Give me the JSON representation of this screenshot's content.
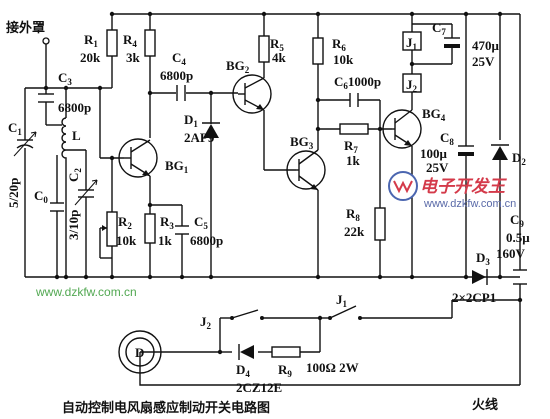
{
  "title": "自动控制电风扇感应制动开关电路图",
  "antenna_label": "接外罩",
  "live_wire_label": "火线",
  "watermark": {
    "logo_text": "电子开发王",
    "url": "www.dzkfw.com.cn"
  },
  "footer_url": "www.dzkfw.com.cn",
  "diode_part": "2CZ12E",
  "components": {
    "R1": {
      "name": "R",
      "sub": "1",
      "value": "20k"
    },
    "R2": {
      "name": "R",
      "sub": "2",
      "value": "10k"
    },
    "R3": {
      "name": "R",
      "sub": "3",
      "value": "1k"
    },
    "R4": {
      "name": "R",
      "sub": "4",
      "value": "3k"
    },
    "R5": {
      "name": "R",
      "sub": "5",
      "value": "4k"
    },
    "R6": {
      "name": "R",
      "sub": "6",
      "value": "10k"
    },
    "R7": {
      "name": "R",
      "sub": "7",
      "value": "1k"
    },
    "R8": {
      "name": "R",
      "sub": "8",
      "value": "22k"
    },
    "R9": {
      "name": "R",
      "sub": "9",
      "value": "100Ω 2W"
    },
    "C0": {
      "name": "C",
      "sub": "0"
    },
    "C1": {
      "name": "C",
      "sub": "1",
      "value": "5/20p"
    },
    "C2": {
      "name": "C",
      "sub": "2",
      "value": "3/10p"
    },
    "C3": {
      "name": "C",
      "sub": "3",
      "value": "6800p"
    },
    "C4": {
      "name": "C",
      "sub": "4",
      "value": "6800p"
    },
    "C5": {
      "name": "C",
      "sub": "5",
      "value": "6800p"
    },
    "C6": {
      "name": "C",
      "sub": "6",
      "value": "1000p"
    },
    "C7": {
      "name": "C",
      "sub": "7",
      "value": "470μ",
      "value2": "25V"
    },
    "C8": {
      "name": "C",
      "sub": "8",
      "value": "100μ",
      "value2": "25V"
    },
    "C9": {
      "name": "C",
      "sub": "9",
      "value": "0.5μ",
      "value2": "160V"
    },
    "L": {
      "name": "L"
    },
    "D1": {
      "name": "D",
      "sub": "1",
      "value": "2AP9"
    },
    "D2": {
      "name": "D",
      "sub": "2"
    },
    "D3": {
      "name": "D",
      "sub": "3",
      "value": "2×2CP1"
    },
    "D4": {
      "name": "D",
      "sub": "4"
    },
    "BG1": {
      "name": "BG",
      "sub": "1"
    },
    "BG2": {
      "name": "BG",
      "sub": "2"
    },
    "BG3": {
      "name": "BG",
      "sub": "3"
    },
    "BG4": {
      "name": "BG",
      "sub": "4"
    },
    "J1": {
      "name": "J",
      "sub": "1"
    },
    "J2": {
      "name": "J",
      "sub": "2"
    },
    "motor": {
      "name": "D"
    }
  }
}
